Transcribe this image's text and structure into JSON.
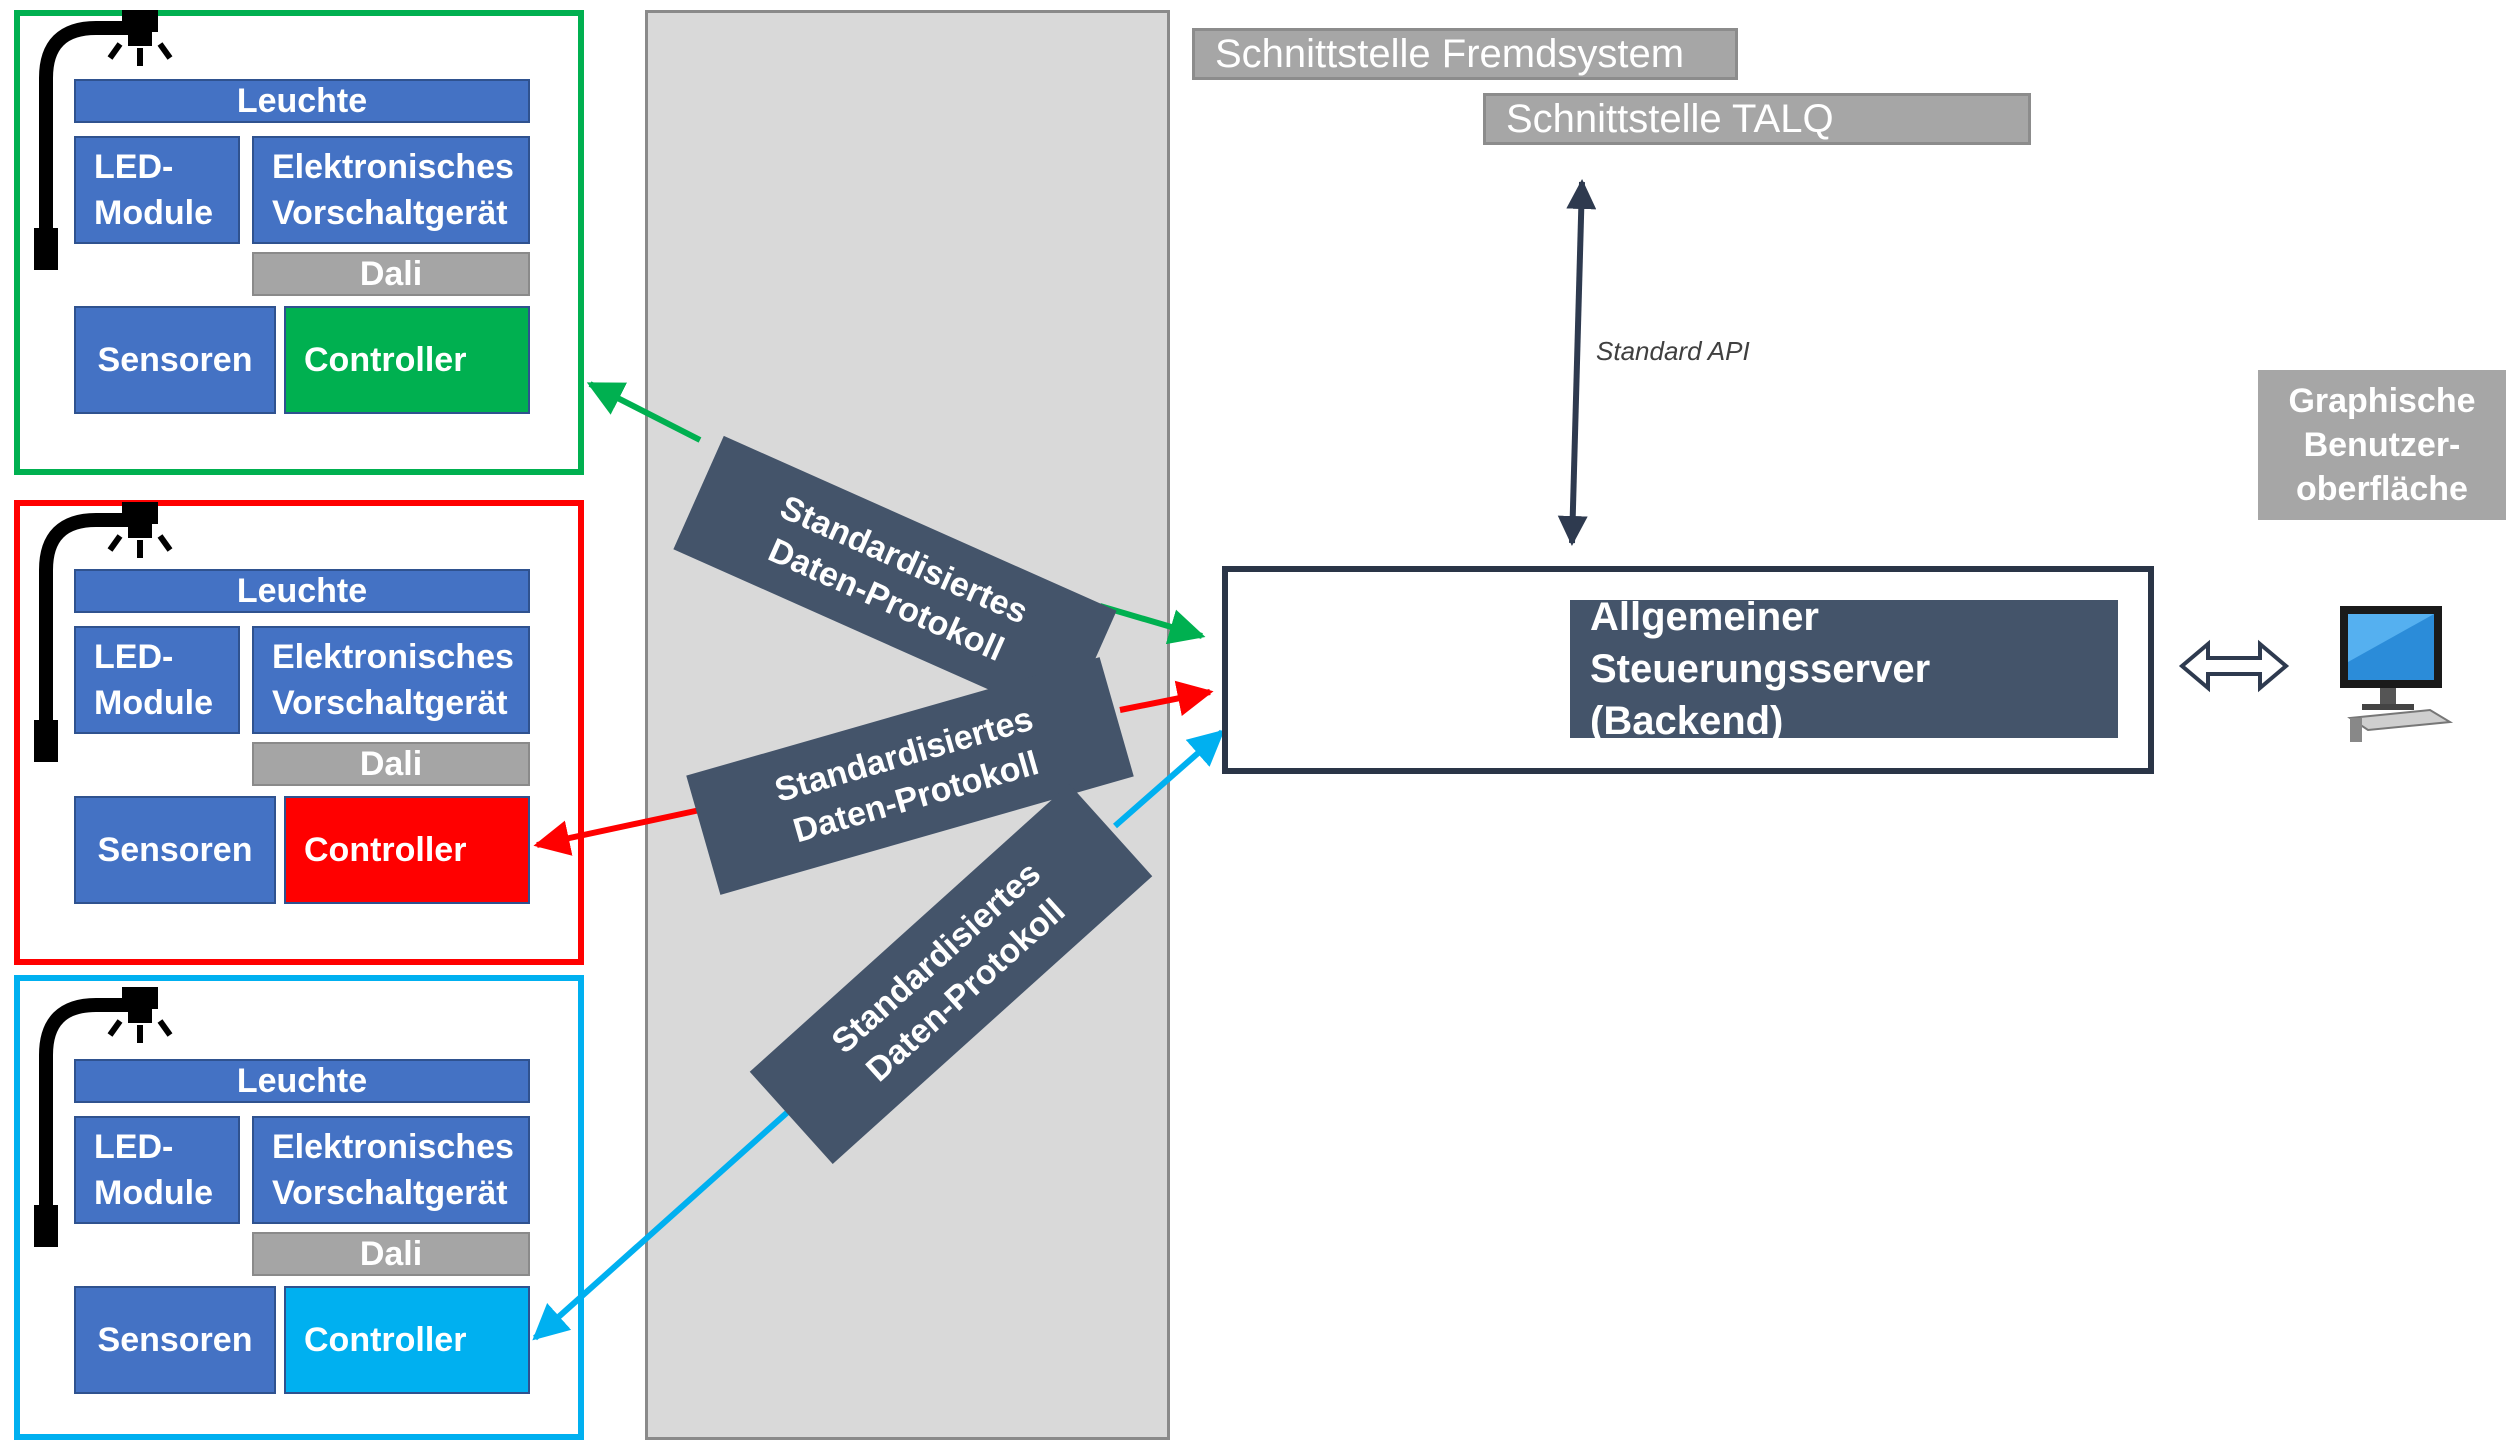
{
  "units": [
    {
      "id": "green",
      "color": "#00b050",
      "leuchte": "Leuchte",
      "led": [
        "LED-",
        "Module"
      ],
      "evg": [
        "Elektronisches",
        "Vorschaltgerät"
      ],
      "dali": "Dali",
      "sensoren": "Sensoren",
      "controller": "Controller"
    },
    {
      "id": "red",
      "color": "#ff0000",
      "leuchte": "Leuchte",
      "led": [
        "LED-",
        "Module"
      ],
      "evg": [
        "Elektronisches",
        "Vorschaltgerät"
      ],
      "dali": "Dali",
      "sensoren": "Sensoren",
      "controller": "Controller"
    },
    {
      "id": "cyan",
      "color": "#00b0f0",
      "leuchte": "Leuchte",
      "led": [
        "LED-",
        "Module"
      ],
      "evg": [
        "Elektronisches",
        "Vorschaltgerät"
      ],
      "dali": "Dali",
      "sensoren": "Sensoren",
      "controller": "Controller"
    }
  ],
  "protocol": {
    "line1": "Standardisiertes",
    "line2": "Daten-Protokoll"
  },
  "interfaces": {
    "fremdsystem": "Schnittstelle Fremdsystem",
    "talq": "Schnittstelle TALQ"
  },
  "api_label": "Standard API",
  "server": {
    "line1": "Allgemeiner",
    "line2": "Steuerungsserver (Backend)"
  },
  "gui": {
    "line1": "Graphische",
    "line2": "Benutzer-",
    "line3": "oberfläche"
  },
  "colors": {
    "box_blue": "#4472c4",
    "protocol_box": "#44546a",
    "middle_band": "#d9d9d9",
    "interface_grey": "#a6a6a6"
  }
}
